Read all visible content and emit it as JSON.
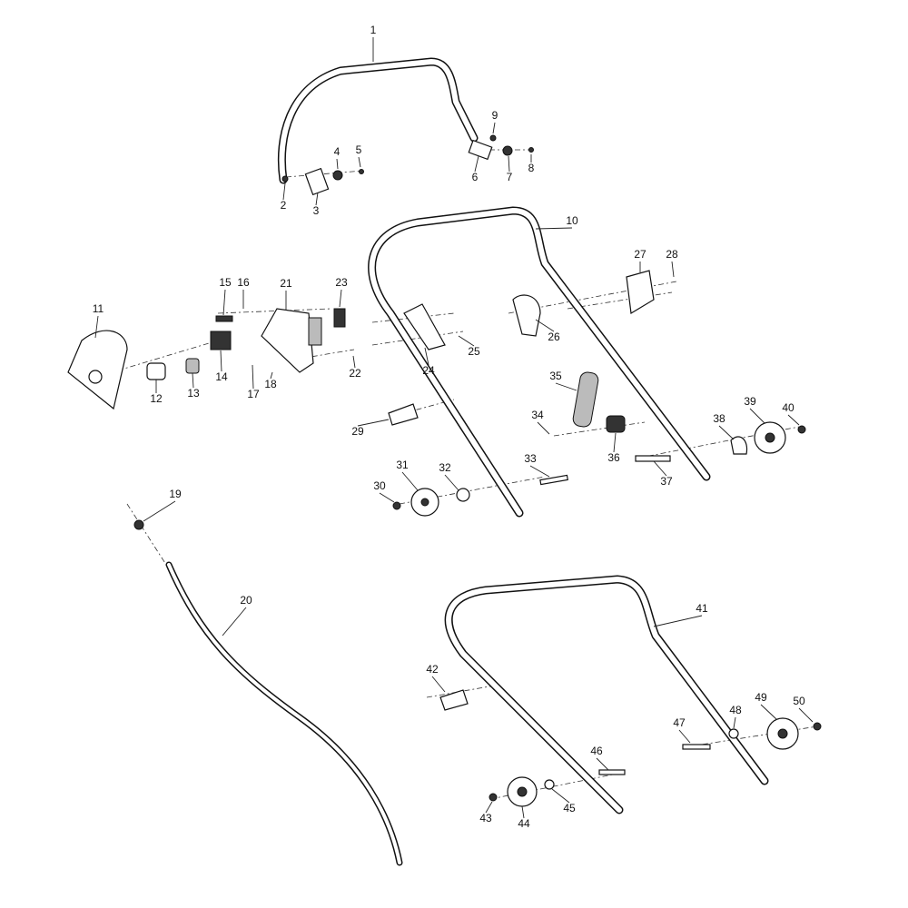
{
  "diagram": {
    "type": "exploded-parts-view",
    "part_numbers": [
      "1",
      "2",
      "3",
      "4",
      "5",
      "6",
      "7",
      "8",
      "9",
      "10",
      "11",
      "12",
      "13",
      "14",
      "15",
      "16",
      "17",
      "18",
      "19",
      "20",
      "21",
      "22",
      "23",
      "24",
      "25",
      "26",
      "27",
      "28",
      "29",
      "30",
      "31",
      "32",
      "33",
      "34",
      "35",
      "36",
      "37",
      "38",
      "39",
      "40",
      "41",
      "42",
      "43",
      "44",
      "45",
      "46",
      "47",
      "48",
      "49",
      "50"
    ]
  }
}
